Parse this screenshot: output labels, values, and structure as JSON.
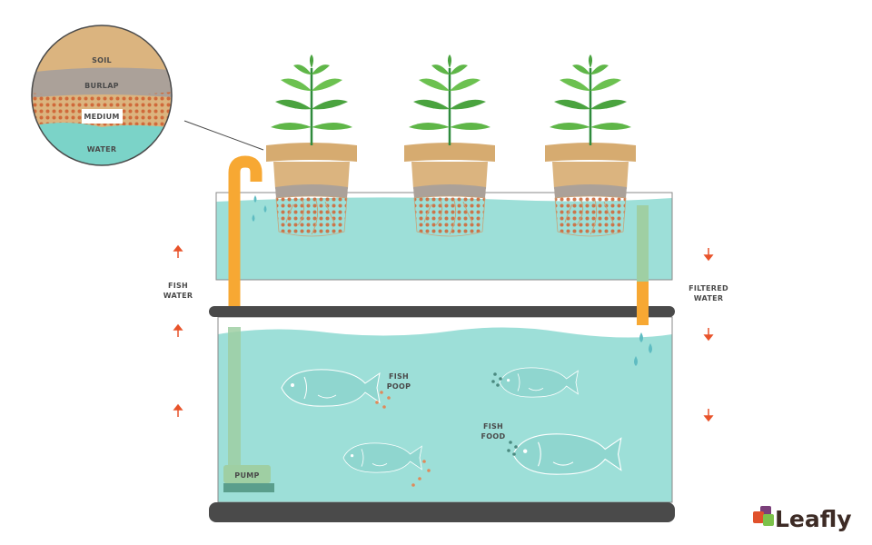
{
  "inset": {
    "layers": [
      "SOIL",
      "BURLAP",
      "MEDIUM",
      "WATER"
    ]
  },
  "labels": {
    "fish_water": [
      "FISH",
      "WATER"
    ],
    "filtered_water": [
      "FILTERED",
      "WATER"
    ],
    "fish_poop": [
      "FISH",
      "POOP"
    ],
    "fish_food": [
      "FISH",
      "FOOD"
    ],
    "pump": "PUMP"
  },
  "logo": {
    "text": "Leafly"
  },
  "colors": {
    "water": "#9ddfd8",
    "pipe": "#f7a833",
    "arrow": "#e8532a",
    "bar": "#4a4a4a",
    "soil": "#dbb47f",
    "burlap": "#aba199",
    "medium_dots": "#d0693a"
  }
}
